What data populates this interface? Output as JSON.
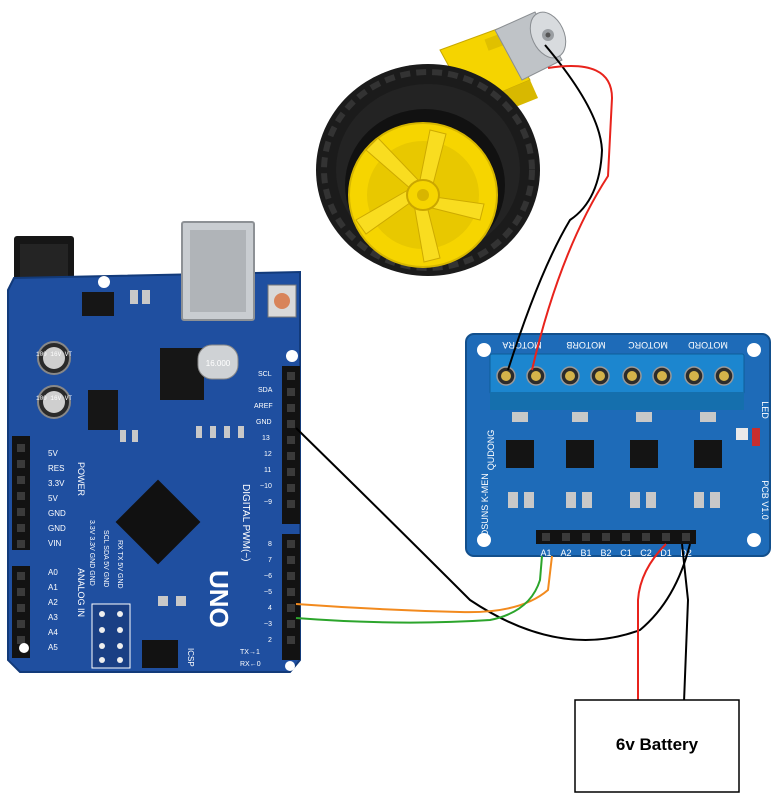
{
  "arduino": {
    "uno_logo": "UNO",
    "digital_label": "DIGITAL PWM(~)",
    "power_label": "POWER",
    "analog_label": "ANALOG IN",
    "icsp_label": "ICSP",
    "crystal_label": "16.000",
    "power_pins": [
      "5V",
      "RES",
      "3.3V",
      "5V",
      "GND",
      "GND",
      "VIN"
    ],
    "analog_pins": [
      "A0",
      "A1",
      "A2",
      "A3",
      "A4",
      "A5"
    ],
    "header_top_labels": [
      "SCL",
      "SDA",
      "AREF",
      "GND",
      "13"
    ],
    "digital_pins": [
      "12",
      "11",
      "~10",
      "~9",
      "8",
      "7",
      "~6",
      "~5",
      "4",
      "~3",
      "2",
      "TX→1",
      "RX←0"
    ],
    "bottom_text_labels": [
      "RX TX 5V GND",
      "SCL SDA 5V GND",
      "3.3V 3.3V GND GND"
    ],
    "cap_labels": [
      "100 16V VT",
      "100 16V VT"
    ]
  },
  "driver": {
    "motor_labels": [
      "MOTORA",
      "MOTORB",
      "MOTORC",
      "MOTORD"
    ],
    "pin_labels": [
      "A1",
      "A2",
      "B1",
      "B2",
      "C1",
      "C2",
      "D1",
      "D2"
    ],
    "brand_left": "QUDONG",
    "brand_left2": "BOSUNS K-MEN",
    "pcb_version": "PCB V1.0",
    "led_label": "LED"
  },
  "battery": {
    "label": "6v Battery"
  },
  "colors": {
    "arduino_board": "#1f4fa0",
    "driver_board": "#1e6bb8",
    "terminal": "#1c86cf",
    "wheel_hub": "#f6d500",
    "tire": "#1a1a1a",
    "wire_red": "#e8231c",
    "wire_black": "#000000",
    "wire_orange": "#f28a1e",
    "wire_green": "#2ca52c"
  }
}
